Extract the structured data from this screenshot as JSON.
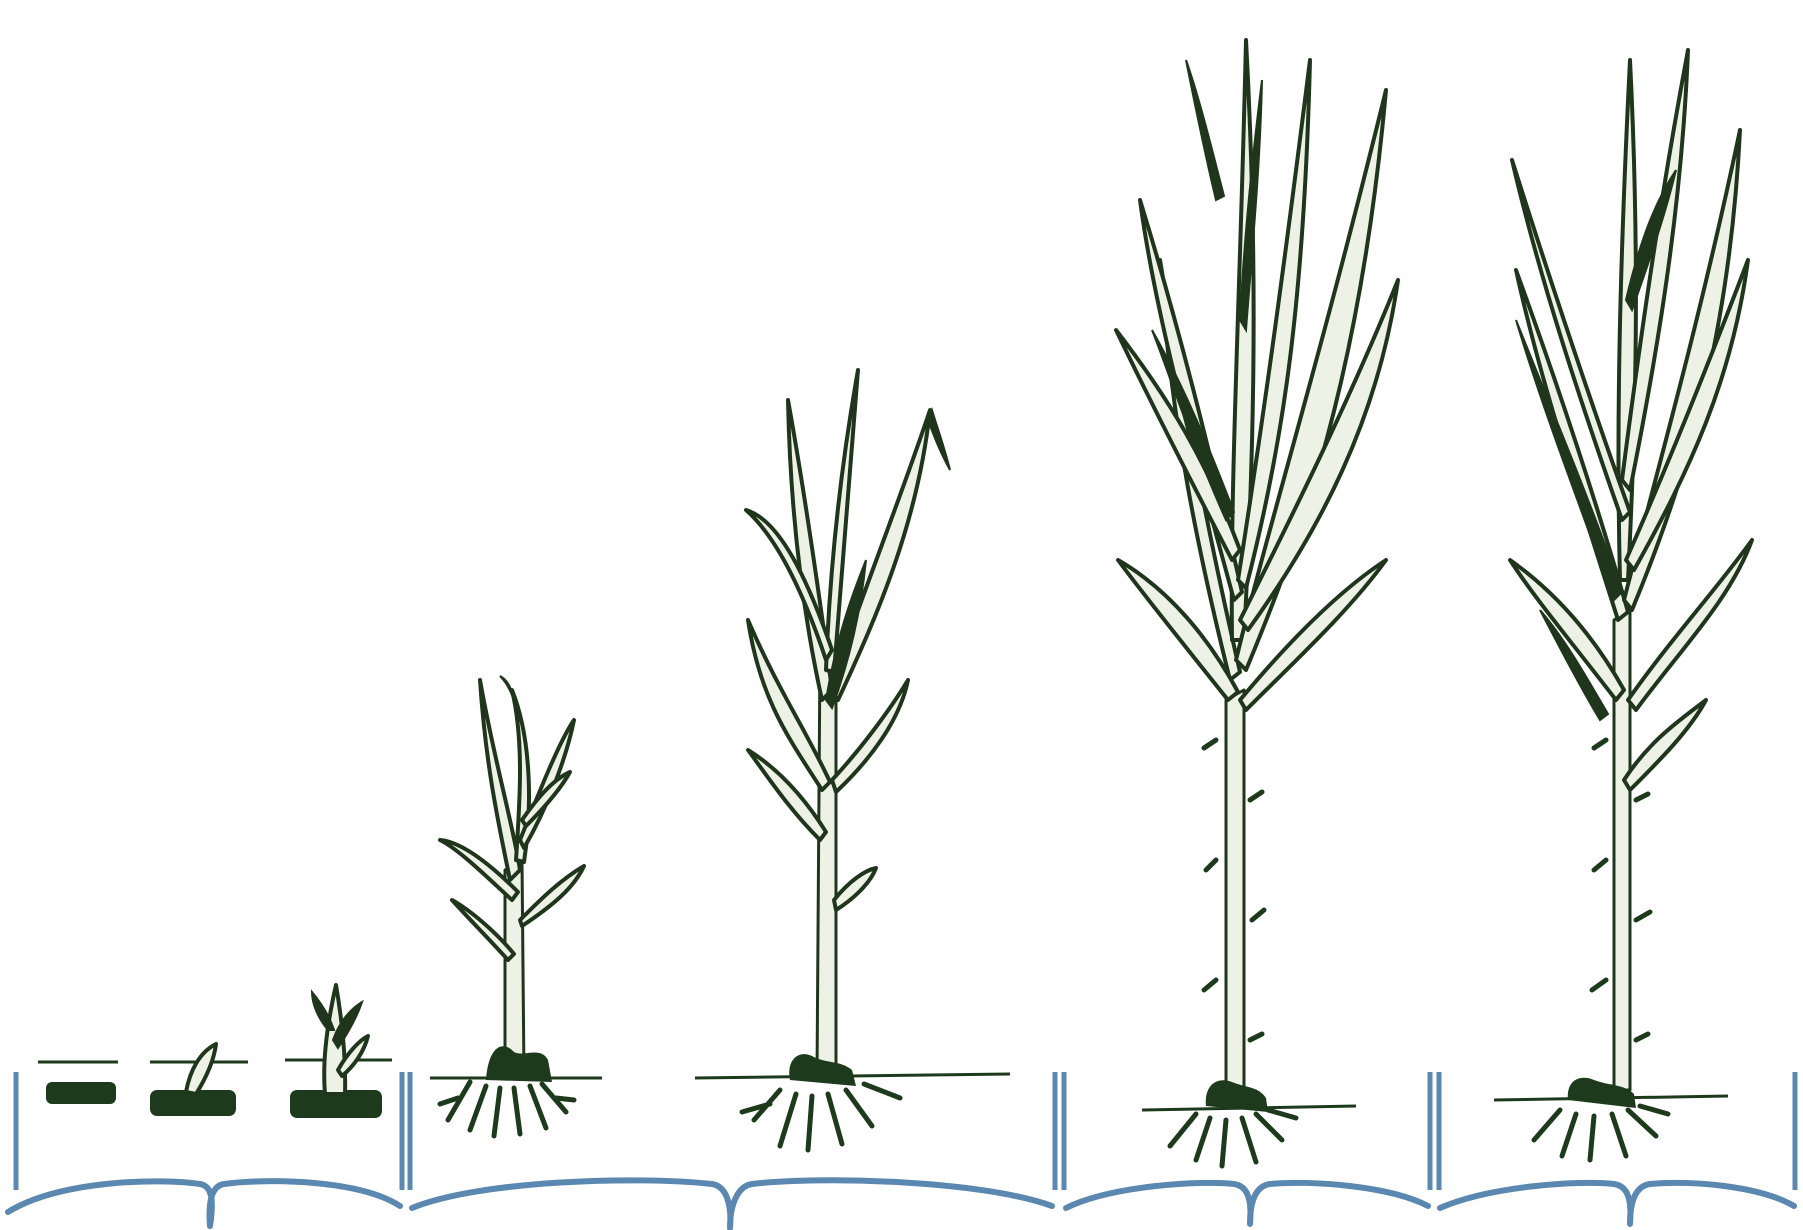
{
  "colors": {
    "plant_outline": "#20361c",
    "plant_fill": "#eef2e6",
    "bracket": "#5b88b0",
    "background": "#ffffff"
  },
  "stages": [
    {
      "id": "germination",
      "plants": [
        "sett-planted",
        "sett-sprouting",
        "sett-shoot"
      ]
    },
    {
      "id": "tillering",
      "plants": [
        "young-plant",
        "tillering-plant"
      ]
    },
    {
      "id": "grand-growth",
      "plants": [
        "tall-plant"
      ]
    },
    {
      "id": "maturity",
      "plants": [
        "mature-plant"
      ]
    }
  ]
}
